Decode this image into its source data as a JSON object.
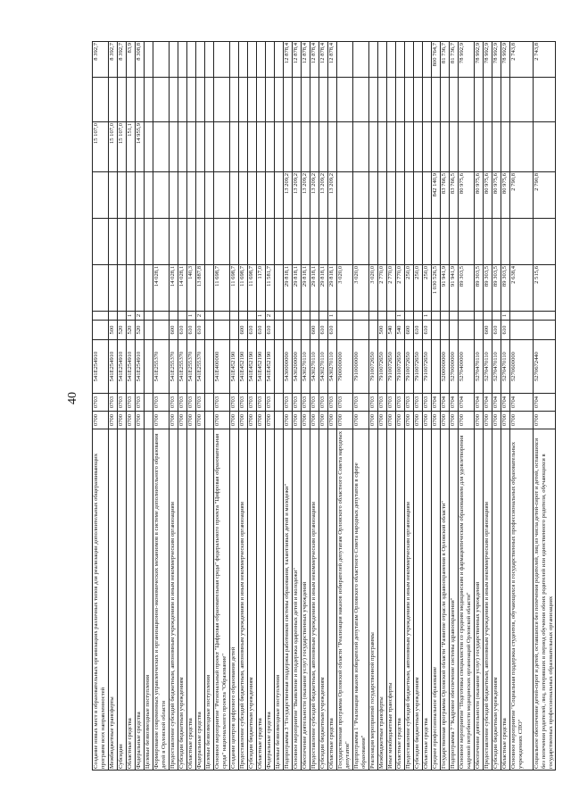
{
  "page_number": "40",
  "rows": [
    [
      "Создание новых мест в образовательных организациях различных типов для реализации дополнительных общеразвивающих программ всех направленностей",
      "0700",
      "0703",
      "541E254910",
      "",
      "",
      "",
      "",
      "",
      "15 107,0",
      "",
      "8 392,7"
    ],
    [
      "Межбюджетные трансферты",
      "0700",
      "0703",
      "541E254910",
      "500",
      "",
      "",
      "",
      "",
      "15 107,0",
      "",
      "8 392,7"
    ],
    [
      "Субсидии",
      "0700",
      "0703",
      "541E254910",
      "520",
      "",
      "",
      "",
      "",
      "15 107,0",
      "",
      "8 392,7"
    ],
    [
      "Областные средства",
      "0700",
      "0703",
      "541E254910",
      "520",
      "1",
      "",
      "",
      "",
      "151,1",
      "",
      "83,9"
    ],
    [
      "Федеральные средства",
      "0700",
      "0703",
      "541E254910",
      "520",
      "2",
      "",
      "",
      "",
      "14 955,9",
      "",
      "8 308,8"
    ],
    [
      "Целевые безвозмездные поступления",
      "",
      "",
      "",
      "",
      "",
      "",
      "",
      "",
      "",
      "",
      ""
    ],
    [
      "Формирование современных управленческих и организационно-экономических механизмов в системе дополнительного образования детей в Орловской области",
      "0700",
      "0703",
      "541E255370",
      "",
      "",
      "14 028,1",
      "",
      "",
      "",
      "",
      ""
    ],
    [
      "Предоставление субсидий бюджетным, автономным учреждениям и иным некоммерческим организациям",
      "0700",
      "0703",
      "541E255370",
      "600",
      "",
      "14 028,1",
      "",
      "",
      "",
      "",
      ""
    ],
    [
      "Субсидии бюджетным учреждениям",
      "0700",
      "0703",
      "541E255370",
      "610",
      "",
      "14 028,1",
      "",
      "",
      "",
      "",
      ""
    ],
    [
      "Областные средства",
      "0700",
      "0703",
      "541E255370",
      "610",
      "1",
      "140,3",
      "",
      "",
      "",
      "",
      ""
    ],
    [
      "Федеральные средства",
      "0700",
      "0703",
      "541E255370",
      "610",
      "2",
      "13 887,8",
      "",
      "",
      "",
      "",
      ""
    ],
    [
      "Целевые безвозмездные поступления",
      "",
      "",
      "",
      "",
      "",
      "",
      "",
      "",
      "",
      "",
      ""
    ],
    [
      "Основное мероприятие \"Региональный проект \"Цифровая образовательная среда\" федерального проекта \"Цифровая образовательная среда\" национального проекта \"Образование\"",
      "0700",
      "0703",
      "541E400000",
      "",
      "",
      "11 698,7",
      "",
      "",
      "",
      "",
      ""
    ],
    [
      "Создание центров цифрового образования детей",
      "0700",
      "0703",
      "541E452190",
      "",
      "",
      "11 698,7",
      "",
      "",
      "",
      "",
      ""
    ],
    [
      "Предоставление субсидий бюджетным, автономным учреждениям и иным некоммерческим организациям",
      "0700",
      "0703",
      "541E452190",
      "600",
      "",
      "11 698,7",
      "",
      "",
      "",
      "",
      ""
    ],
    [
      "Субсидии бюджетным учреждениям",
      "0700",
      "0703",
      "541E452190",
      "610",
      "",
      "11 698,7",
      "",
      "",
      "",
      "",
      ""
    ],
    [
      "Областные средства",
      "0700",
      "0703",
      "541E452190",
      "610",
      "1",
      "117,0",
      "",
      "",
      "",
      "",
      ""
    ],
    [
      "Федеральные средства",
      "0700",
      "0703",
      "541E452190",
      "610",
      "2",
      "11 581,7",
      "",
      "",
      "",
      "",
      ""
    ],
    [
      "Целевые безвозмездные поступления",
      "",
      "",
      "",
      "",
      "",
      "",
      "",
      "",
      "",
      "",
      ""
    ],
    [
      "Подпрограмма 3 \"Государственная поддержка работников системы образования, талантливых детей и молодежи\"",
      "0700",
      "0703",
      "5430000000",
      "",
      "",
      "29 818,1",
      "",
      "13 209,2",
      "",
      "",
      "12 878,4"
    ],
    [
      "Основное мероприятие \"Выявление и поддержка одаренных детей и молодежи\"",
      "0700",
      "0703",
      "5430200000",
      "",
      "",
      "29 818,1",
      "",
      "13 209,2",
      "",
      "",
      "12 878,4"
    ],
    [
      "Обеспечение деятельности (оказание услуг) государственных учреждений",
      "0700",
      "0703",
      "5430270110",
      "",
      "",
      "29 818,1",
      "",
      "13 209,2",
      "",
      "",
      "12 878,4"
    ],
    [
      "Предоставление субсидий бюджетным, автономным учреждениям и иным некоммерческим организациям",
      "0700",
      "0703",
      "5430270110",
      "600",
      "",
      "29 818,1",
      "",
      "13 209,2",
      "",
      "",
      "12 878,4"
    ],
    [
      "Субсидии бюджетным учреждениям",
      "0700",
      "0703",
      "5430270110",
      "610",
      "",
      "29 818,1",
      "",
      "13 209,2",
      "",
      "",
      "12 878,4"
    ],
    [
      "Областные средства",
      "0700",
      "0703",
      "5430270110",
      "610",
      "1",
      "29 818,1",
      "",
      "13 209,2",
      "",
      "",
      "12 878,4"
    ],
    [
      "Государственная программа Орловской области \"Реализация наказов избирателей депутатам Орловского областного Совета народных депутатов\"",
      "0700",
      "0703",
      "7900000000",
      "",
      "",
      "3 020,0",
      "",
      "",
      "",
      "",
      ""
    ],
    [
      "Подпрограмма 1 \"Реализация наказов избирателей депутатам Орловского областного Совета народных депутатов в сфере образования\"",
      "0700",
      "0703",
      "7910000000",
      "",
      "",
      "3 020,0",
      "",
      "",
      "",
      "",
      ""
    ],
    [
      "Реализация мероприятий государственной программы",
      "0700",
      "0703",
      "7910072650",
      "",
      "",
      "3 020,0",
      "",
      "",
      "",
      "",
      ""
    ],
    [
      "Межбюджетные трансферты",
      "0700",
      "0703",
      "7910072650",
      "500",
      "",
      "2 770,0",
      "",
      "",
      "",
      "",
      ""
    ],
    [
      "Иные межбюджетные трансферты",
      "0700",
      "0703",
      "7910072650",
      "540",
      "",
      "2 770,0",
      "",
      "",
      "",
      "",
      ""
    ],
    [
      "Областные средства",
      "0700",
      "0703",
      "7910072650",
      "540",
      "1",
      "2 770,0",
      "",
      "",
      "",
      "",
      ""
    ],
    [
      "Предоставление субсидий бюджетным, автономным учреждениям и иным некоммерческим организациям",
      "0700",
      "0703",
      "7910072650",
      "600",
      "",
      "250,0",
      "",
      "",
      "",
      "",
      ""
    ],
    [
      "Субсидии бюджетным учреждениям",
      "0700",
      "0703",
      "7910072650",
      "610",
      "",
      "250,0",
      "",
      "",
      "",
      "",
      ""
    ],
    [
      "Областные средства",
      "0700",
      "0703",
      "7910072650",
      "610",
      "1",
      "250,0",
      "",
      "",
      "",
      "",
      ""
    ],
    [
      "Среднее профессиональное образование",
      "0700",
      "0704",
      "",
      "",
      "",
      "1 030 526,5",
      "",
      "842 140,9",
      "",
      "",
      "800 764,7"
    ],
    [
      "Государственная программа Орловской области \"Развитие отрасли здравоохранения в Орловской области\"",
      "0700",
      "0704",
      "5200000000",
      "",
      "",
      "91 941,9",
      "",
      "83 766,5",
      "",
      "",
      "81 736,7"
    ],
    [
      "Подпрограмма 7 \"Кадровое обеспечение системы здравоохранения\"",
      "0700",
      "0704",
      "5270000000",
      "",
      "",
      "91 941,9",
      "",
      "83 766,5",
      "",
      "",
      "81 736,7"
    ],
    [
      "Основное мероприятие \"Подготовка специалистов со средним медицинским и фармацевтическим образованием для удовлетворения кадровой потребности медицинских организаций Орловской области\"",
      "0700",
      "0704",
      "5270400000",
      "",
      "",
      "89 303,5",
      "",
      "80 975,6",
      "",
      "",
      "78 992,9"
    ],
    [
      "Обеспечение деятельности (оказание услуг) государственных учреждений",
      "0700",
      "0704",
      "5270470110",
      "",
      "",
      "89 303,5",
      "",
      "80 975,6",
      "",
      "",
      "78 992,9"
    ],
    [
      "Предоставление субсидий бюджетным, автономным учреждениям и иным некоммерческим организациям",
      "0700",
      "0704",
      "5270470110",
      "600",
      "",
      "89 303,5",
      "",
      "80 975,6",
      "",
      "",
      "78 992,9"
    ],
    [
      "Субсидии бюджетным учреждениям",
      "0700",
      "0704",
      "5270470110",
      "610",
      "",
      "89 303,5",
      "",
      "80 975,6",
      "",
      "",
      "78 992,9"
    ],
    [
      "Областные средства",
      "0700",
      "0704",
      "5270470110",
      "610",
      "1",
      "89 303,5",
      "",
      "80 975,6",
      "",
      "",
      "78 992,9"
    ],
    [
      "Основное мероприятие \"Социальная поддержка студентов, обучающихся в государственных профессиональных образовательных учреждениях СПО\"",
      "0700",
      "0704",
      "5270600000",
      "",
      "",
      "2 638,4",
      "",
      "2 790,8",
      "",
      "",
      "2 743,8"
    ],
    [
      "Социальное обеспечение детей-сирот и детей, оставшихся без попечения родителей, лиц из числа детей-сирот и детей, оставшихся без попечения родителей, лиц, потерявших в период обучения обоих родителей или единственного родителя, обучающихся в государственных профессиональных образовательных организациях",
      "0700",
      "0704",
      "5270672440",
      "",
      "",
      "2 515,6",
      "",
      "2 790,8",
      "",
      "",
      "2 743,8"
    ]
  ]
}
